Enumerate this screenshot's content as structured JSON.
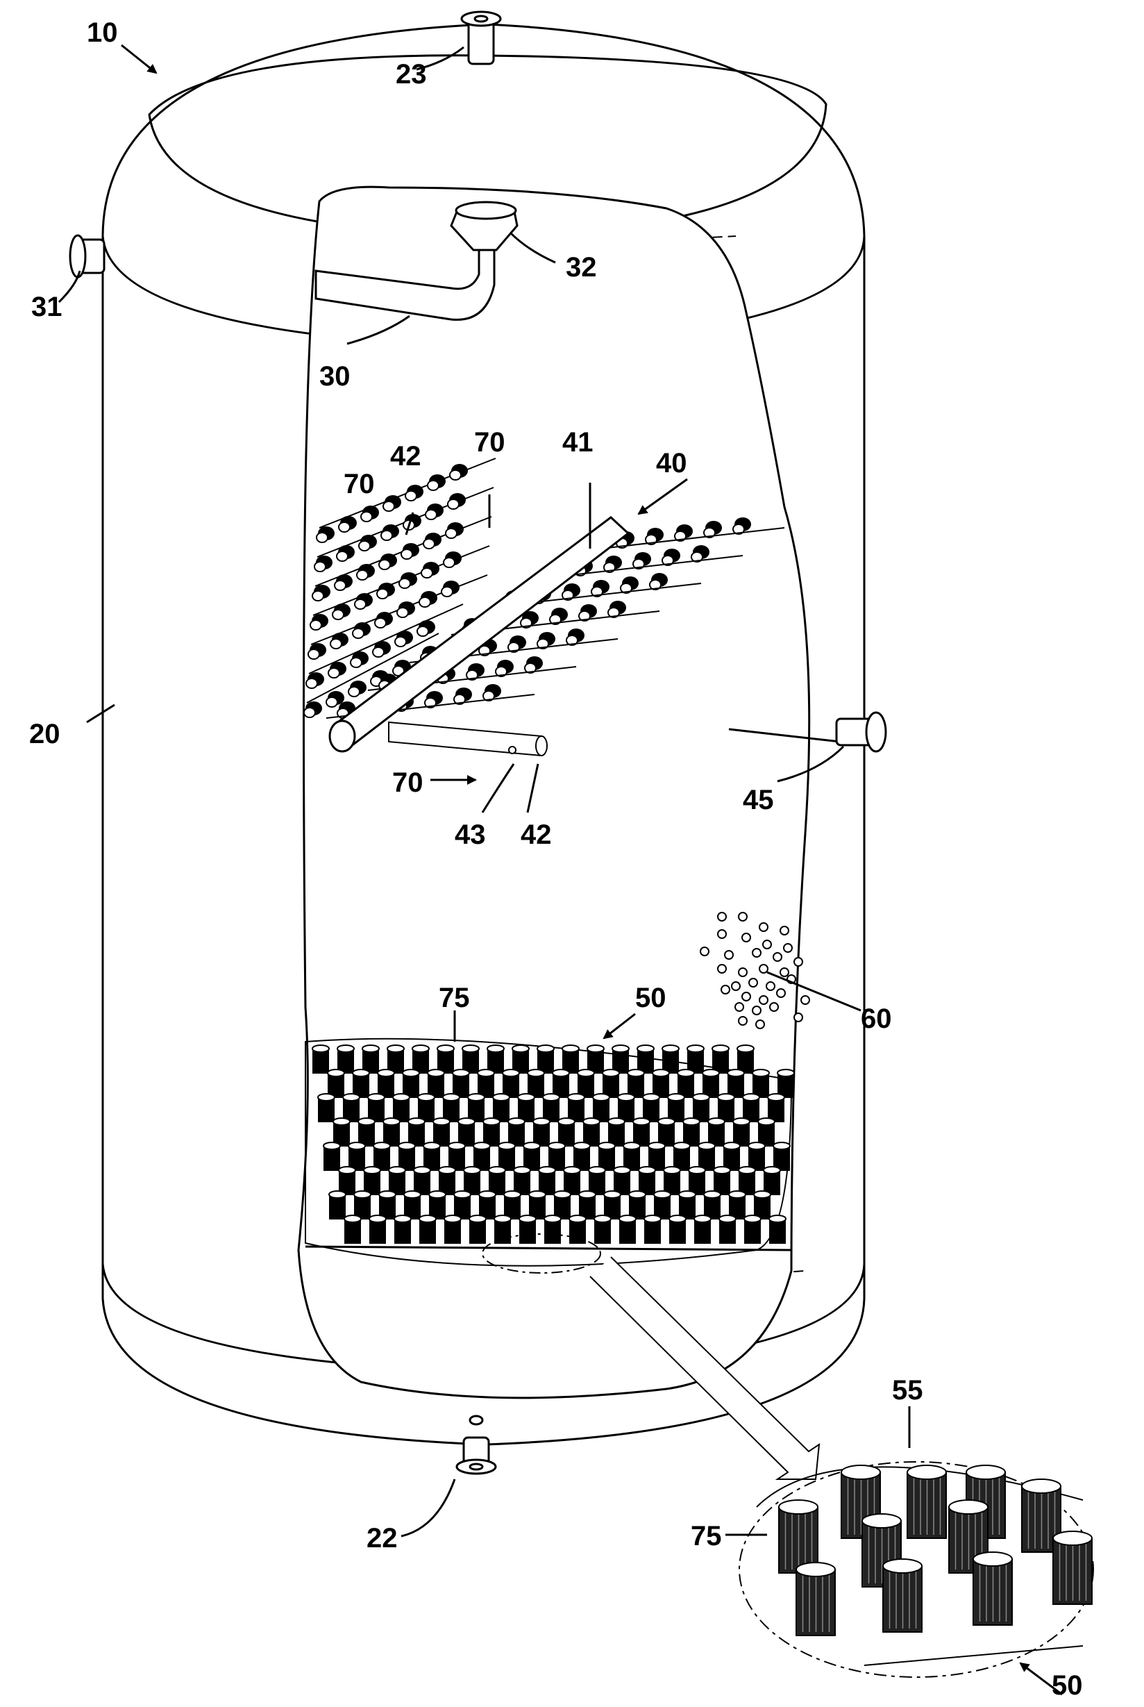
{
  "figure": {
    "labels": {
      "l10": "10",
      "l23": "23",
      "l31": "31",
      "l32": "32",
      "l30": "30",
      "l70a": "70",
      "l42a": "42",
      "l70b": "70",
      "l41": "41",
      "l40": "40",
      "l20": "20",
      "l45": "45",
      "l70c": "70",
      "l43": "43",
      "l42b": "42",
      "l75a": "75",
      "l50a": "50",
      "l60": "60",
      "l55": "55",
      "l75b": "75",
      "l22": "22",
      "l50b": "50"
    }
  },
  "colors": {
    "line": "#000000",
    "background": "#ffffff"
  }
}
